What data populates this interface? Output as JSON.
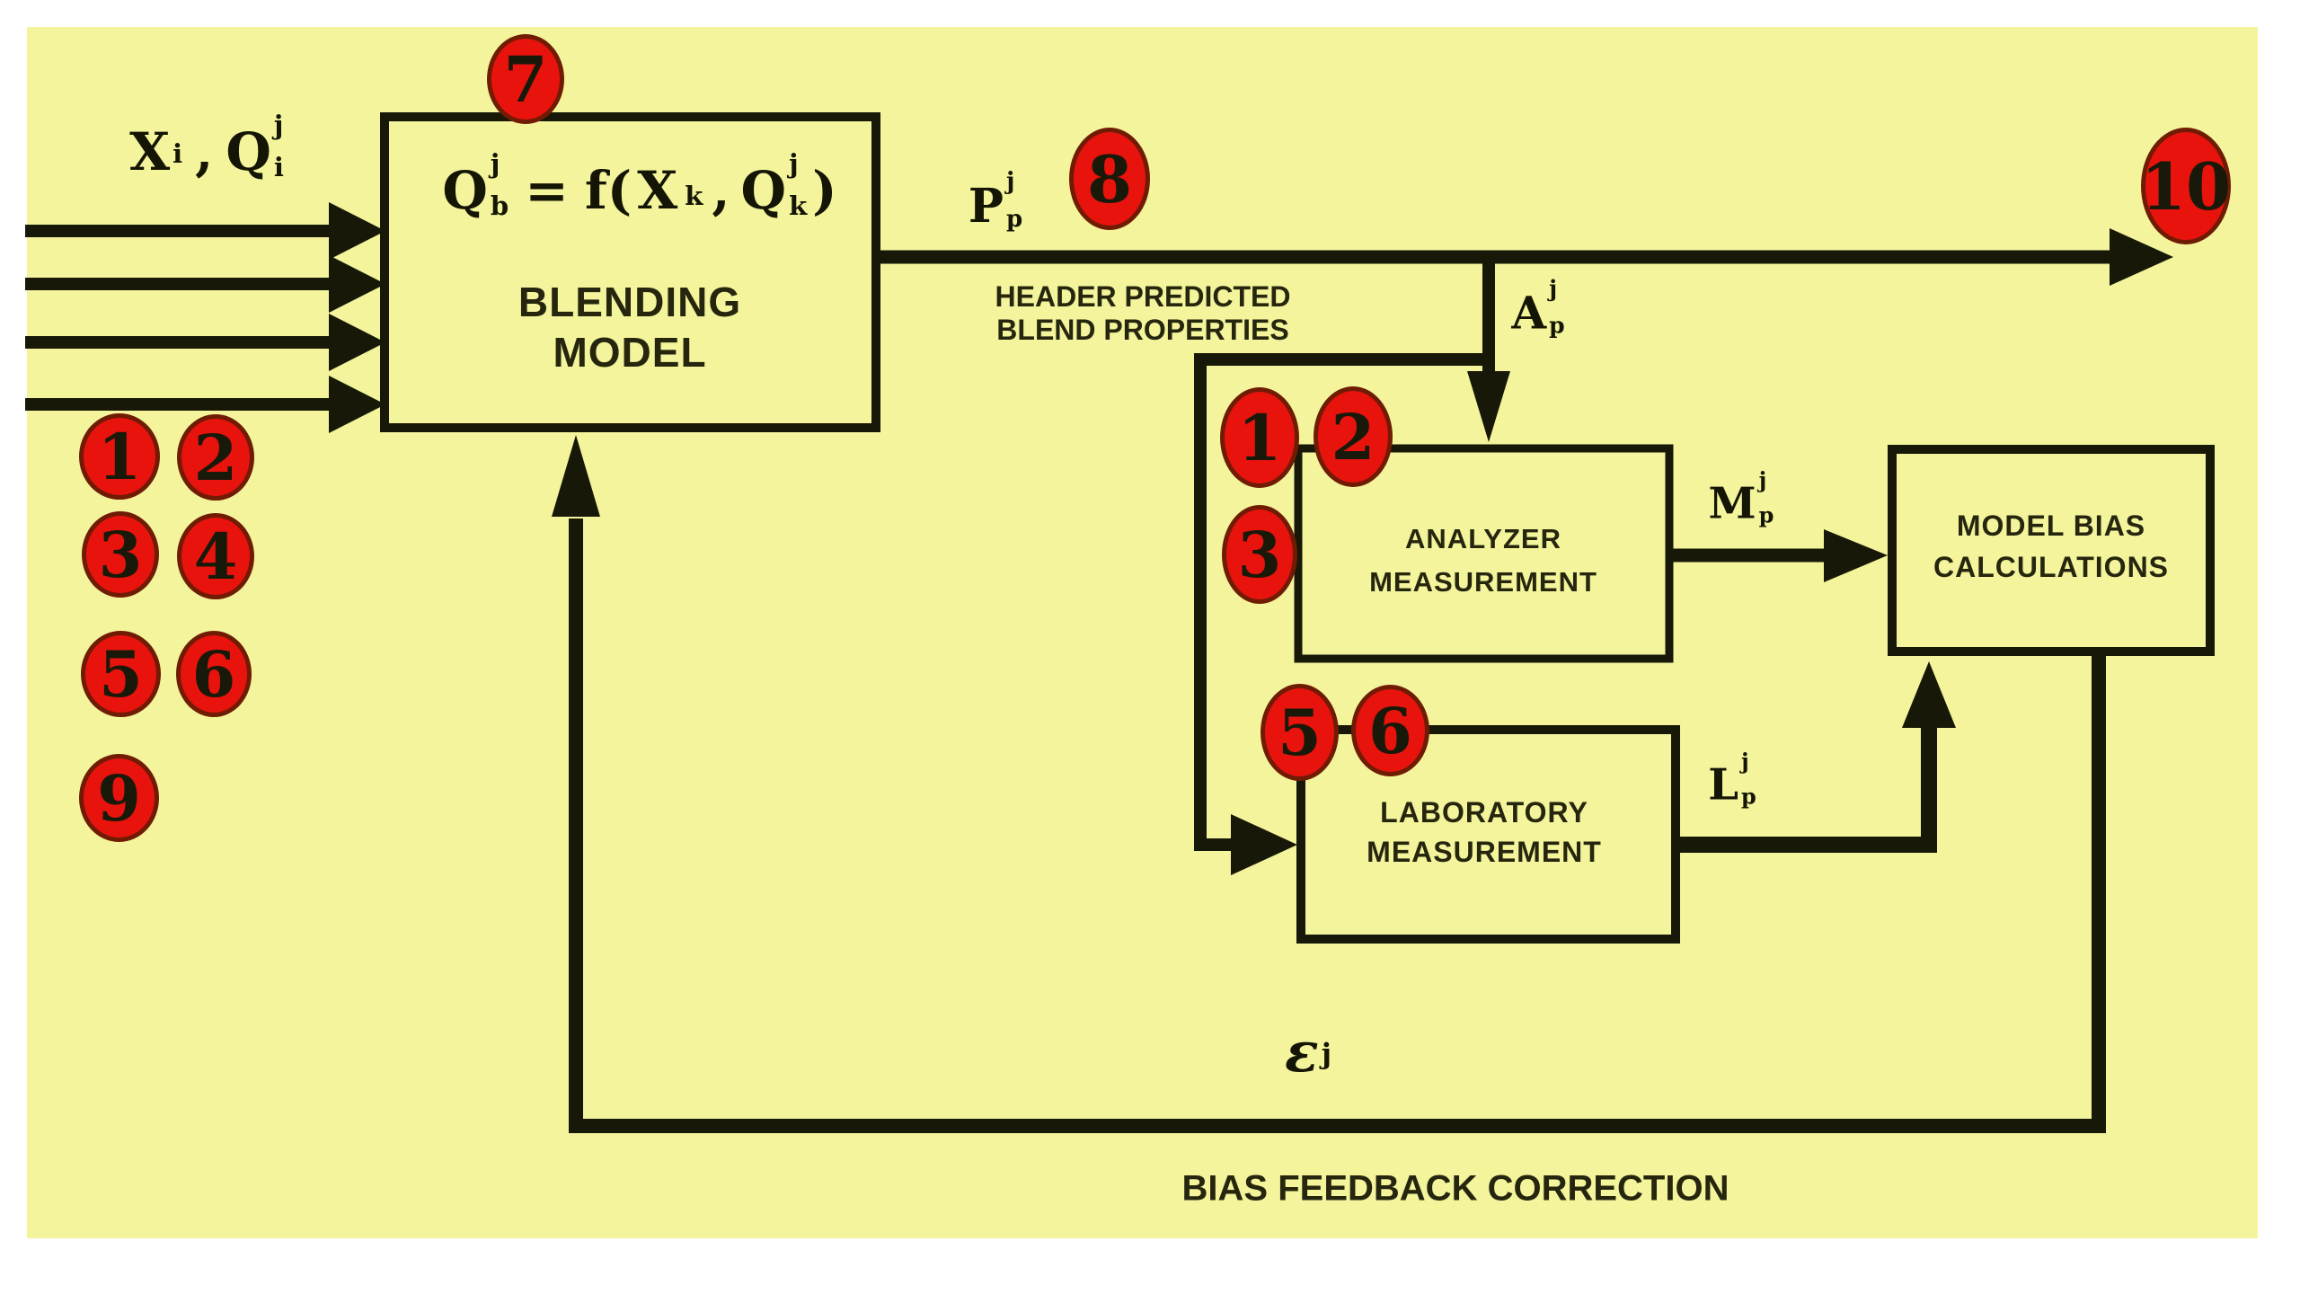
{
  "colors": {
    "page_background": "#FFFFFF",
    "canvas_background": "#F3F49B",
    "line_color": "#181808",
    "marker_fill": "#E8130D",
    "marker_border": "#701B04",
    "text_color": "#1C1C0A"
  },
  "markers": {
    "left_column": [
      "1",
      "2",
      "3",
      "4",
      "5",
      "6",
      "9"
    ],
    "blending_model": "7",
    "header": "8",
    "output": "10",
    "analyzer": [
      "1",
      "2",
      "3"
    ],
    "laboratory": [
      "5",
      "6"
    ]
  },
  "boxes": {
    "blending": {
      "label_line1": "BLENDING",
      "label_line2": "MODEL"
    },
    "analyzer": {
      "label_line1": "ANALYZER",
      "label_line2": "MEASUREMENT"
    },
    "laboratory": {
      "label_line1": "LABORATORY",
      "label_line2": "MEASUREMENT"
    },
    "model_bias": {
      "label_line1": "MODEL BIAS",
      "label_line2": "CALCULATIONS"
    }
  },
  "formula": {
    "lhs_base": "Q",
    "lhs_sup": "j",
    "lhs_sub": "b",
    "equals": "=",
    "func": "f",
    "open_paren": "(",
    "arg1_base": "X",
    "arg1_sub": "k",
    "comma": ",",
    "arg2_base": "Q",
    "arg2_sup": "j",
    "arg2_sub": "k",
    "close_paren": ")"
  },
  "signals": {
    "component_inputs": {
      "base1": "X",
      "sub1": "i",
      "separator": ",",
      "base2": "Q",
      "sup2": "j",
      "sub2": "i"
    },
    "predicted_property": {
      "base": "P",
      "sup": "j",
      "sub": "p"
    },
    "analyzer_input": {
      "base": "A",
      "sup": "j",
      "sub": "p"
    },
    "analyzer_output": {
      "base": "M",
      "sup": "j",
      "sub": "p"
    },
    "laboratory_output": {
      "base": "L",
      "sup": "j",
      "sub": "p"
    },
    "bias_error": {
      "base": "ε",
      "sub": "j"
    }
  },
  "annotations": {
    "header_predicted_line1": "HEADER PREDICTED",
    "header_predicted_line2": "BLEND PROPERTIES",
    "bias_feedback": "BIAS FEEDBACK CORRECTION"
  }
}
